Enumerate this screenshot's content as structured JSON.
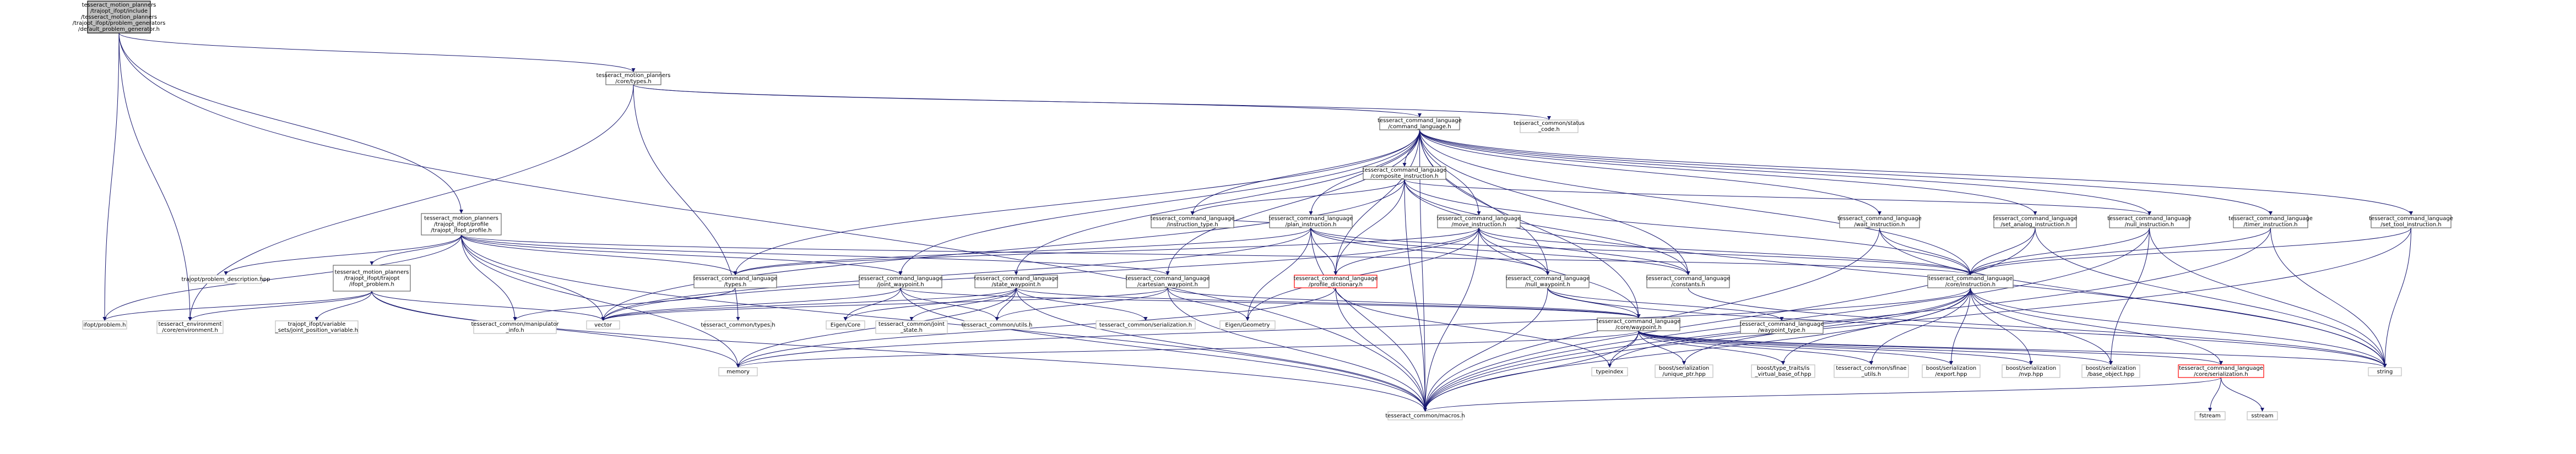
{
  "nodes": [
    {
      "id": "root",
      "kind": "root",
      "lines": [
        "tesseract_motion_planners",
        "/trajopt_ifopt/include",
        "/tesseract_motion_planners",
        "/trajopt_ifopt/problem_generators",
        "/default_problem_generator.h"
      ]
    },
    {
      "id": "core_types",
      "kind": "normal",
      "lines": [
        "tesseract_motion_planners",
        "/core/types.h"
      ]
    },
    {
      "id": "command_language",
      "kind": "normal",
      "lines": [
        "tesseract_command_language",
        "/command_language.h"
      ]
    },
    {
      "id": "status_code",
      "kind": "grey",
      "lines": [
        "tesseract_common/status",
        "_code.h"
      ]
    },
    {
      "id": "trajopt_ifopt_profile",
      "kind": "normal",
      "lines": [
        "tesseract_motion_planners",
        "/trajopt_ifopt/profile",
        "/trajopt_ifopt_profile.h"
      ]
    },
    {
      "id": "composite_instruction",
      "kind": "normal",
      "lines": [
        "tesseract_command_language",
        "/composite_instruction.h"
      ]
    },
    {
      "id": "instruction_type",
      "kind": "normal",
      "lines": [
        "tesseract_command_language",
        "/instruction_type.h"
      ]
    },
    {
      "id": "plan_instruction",
      "kind": "normal",
      "lines": [
        "tesseract_command_language",
        "/plan_instruction.h"
      ]
    },
    {
      "id": "move_instruction",
      "kind": "normal",
      "lines": [
        "tesseract_command_language",
        "/move_instruction.h"
      ]
    },
    {
      "id": "wait_instruction",
      "kind": "normal",
      "lines": [
        "tesseract_command_language",
        "/wait_instruction.h"
      ]
    },
    {
      "id": "set_analog_instruction",
      "kind": "normal",
      "lines": [
        "tesseract_command_language",
        "/set_analog_instruction.h"
      ]
    },
    {
      "id": "null_instruction",
      "kind": "normal",
      "lines": [
        "tesseract_command_language",
        "/null_instruction.h"
      ]
    },
    {
      "id": "timer_instruction",
      "kind": "normal",
      "lines": [
        "tesseract_command_language",
        "/timer_instruction.h"
      ]
    },
    {
      "id": "set_tool_instruction",
      "kind": "normal",
      "lines": [
        "tesseract_command_language",
        "/set_tool_instruction.h"
      ]
    },
    {
      "id": "problem_description",
      "kind": "grey",
      "lines": [
        "trajopt/problem_description.hpp"
      ]
    },
    {
      "id": "trajopt_ifopt_problem",
      "kind": "normal",
      "lines": [
        "tesseract_motion_planners",
        "/trajopt_ifopt/trajopt",
        "/ifopt_problem.h"
      ]
    },
    {
      "id": "types",
      "kind": "normal",
      "lines": [
        "tesseract_command_language",
        "/types.h"
      ]
    },
    {
      "id": "joint_waypoint",
      "kind": "normal",
      "lines": [
        "tesseract_command_language",
        "/joint_waypoint.h"
      ]
    },
    {
      "id": "state_waypoint",
      "kind": "normal",
      "lines": [
        "tesseract_command_language",
        "/state_waypoint.h"
      ]
    },
    {
      "id": "cartesian_waypoint",
      "kind": "normal",
      "lines": [
        "tesseract_command_language",
        "/cartesian_waypoint.h"
      ]
    },
    {
      "id": "profile_dictionary",
      "kind": "red",
      "lines": [
        "tesseract_command_language",
        "/profile_dictionary.h"
      ]
    },
    {
      "id": "null_waypoint",
      "kind": "normal",
      "lines": [
        "tesseract_command_language",
        "/null_waypoint.h"
      ]
    },
    {
      "id": "constants",
      "kind": "normal",
      "lines": [
        "tesseract_command_language",
        "/constants.h"
      ]
    },
    {
      "id": "core_instruction",
      "kind": "normal",
      "lines": [
        "tesseract_command_language",
        "/core/instruction.h"
      ]
    },
    {
      "id": "ifopt_problem",
      "kind": "grey",
      "lines": [
        "ifopt/problem.h"
      ]
    },
    {
      "id": "environment",
      "kind": "grey",
      "lines": [
        "tesseract_environment",
        "/core/environment.h"
      ]
    },
    {
      "id": "joint_position_variable",
      "kind": "grey",
      "lines": [
        "trajopt_ifopt/variable",
        "_sets/joint_position_variable.h"
      ]
    },
    {
      "id": "manipulator_info",
      "kind": "grey",
      "lines": [
        "tesseract_common/manipulator",
        "_info.h"
      ]
    },
    {
      "id": "vector",
      "kind": "grey",
      "lines": [
        "vector"
      ]
    },
    {
      "id": "common_types",
      "kind": "grey",
      "lines": [
        "tesseract_common/types.h"
      ]
    },
    {
      "id": "eigen_core",
      "kind": "grey",
      "lines": [
        "Eigen/Core"
      ]
    },
    {
      "id": "joint_state",
      "kind": "grey",
      "lines": [
        "tesseract_common/joint",
        "_state.h"
      ]
    },
    {
      "id": "utils",
      "kind": "grey",
      "lines": [
        "tesseract_common/utils.h"
      ]
    },
    {
      "id": "serialization",
      "kind": "grey",
      "lines": [
        "tesseract_common/serialization.h"
      ]
    },
    {
      "id": "eigen_geometry",
      "kind": "grey",
      "lines": [
        "Eigen/Geometry"
      ]
    },
    {
      "id": "core_waypoint",
      "kind": "normal",
      "lines": [
        "tesseract_command_language",
        "/core/waypoint.h"
      ]
    },
    {
      "id": "waypoint_type",
      "kind": "normal",
      "lines": [
        "tesseract_command_language",
        "/waypoint_type.h"
      ]
    },
    {
      "id": "memory",
      "kind": "grey",
      "lines": [
        "memory"
      ]
    },
    {
      "id": "typeindex",
      "kind": "grey",
      "lines": [
        "typeindex"
      ]
    },
    {
      "id": "unique_ptr",
      "kind": "grey",
      "lines": [
        "boost/serialization",
        "/unique_ptr.hpp"
      ]
    },
    {
      "id": "is_virtual_base_of",
      "kind": "grey",
      "lines": [
        "boost/type_traits/is",
        "_virtual_base_of.hpp"
      ]
    },
    {
      "id": "sfinae_utils",
      "kind": "grey",
      "lines": [
        "tesseract_common/sfinae",
        "_utils.h"
      ]
    },
    {
      "id": "export_hpp",
      "kind": "grey",
      "lines": [
        "boost/serialization",
        "/export.hpp"
      ]
    },
    {
      "id": "nvp_hpp",
      "kind": "grey",
      "lines": [
        "boost/serialization",
        "/nvp.hpp"
      ]
    },
    {
      "id": "base_object",
      "kind": "grey",
      "lines": [
        "boost/serialization",
        "/base_object.hpp"
      ]
    },
    {
      "id": "core_serialization",
      "kind": "red",
      "lines": [
        "tesseract_command_language",
        "/core/serialization.h"
      ]
    },
    {
      "id": "string",
      "kind": "grey",
      "lines": [
        "string"
      ]
    },
    {
      "id": "macros",
      "kind": "grey",
      "lines": [
        "tesseract_common/macros.h"
      ]
    },
    {
      "id": "fstream",
      "kind": "grey",
      "lines": [
        "fstream"
      ]
    },
    {
      "id": "sstream",
      "kind": "grey",
      "lines": [
        "sstream"
      ]
    }
  ],
  "edges": [
    [
      "root",
      "core_types"
    ],
    [
      "root",
      "trajopt_ifopt_profile"
    ],
    [
      "root",
      "ifopt_problem"
    ],
    [
      "root",
      "environment"
    ],
    [
      "root",
      "macros"
    ],
    [
      "core_types",
      "command_language"
    ],
    [
      "core_types",
      "status_code"
    ],
    [
      "core_types",
      "common_types"
    ],
    [
      "core_types",
      "environment"
    ],
    [
      "trajopt_ifopt_profile",
      "types"
    ],
    [
      "trajopt_ifopt_profile",
      "trajopt_ifopt_problem"
    ],
    [
      "trajopt_ifopt_profile",
      "problem_description"
    ],
    [
      "trajopt_ifopt_profile",
      "joint_waypoint"
    ],
    [
      "trajopt_ifopt_profile",
      "cartesian_waypoint"
    ],
    [
      "trajopt_ifopt_profile",
      "core_instruction"
    ],
    [
      "trajopt_ifopt_profile",
      "ifopt_problem"
    ],
    [
      "trajopt_ifopt_profile",
      "manipulator_info"
    ],
    [
      "trajopt_ifopt_profile",
      "vector"
    ],
    [
      "trajopt_ifopt_profile",
      "memory"
    ],
    [
      "trajopt_ifopt_profile",
      "macros"
    ],
    [
      "trajopt_ifopt_problem",
      "ifopt_problem"
    ],
    [
      "trajopt_ifopt_problem",
      "environment"
    ],
    [
      "trajopt_ifopt_problem",
      "joint_position_variable"
    ],
    [
      "trajopt_ifopt_problem",
      "vector"
    ],
    [
      "trajopt_ifopt_problem",
      "memory"
    ],
    [
      "trajopt_ifopt_problem",
      "macros"
    ],
    [
      "command_language",
      "composite_instruction"
    ],
    [
      "command_language",
      "instruction_type"
    ],
    [
      "command_language",
      "plan_instruction"
    ],
    [
      "command_language",
      "move_instruction"
    ],
    [
      "command_language",
      "wait_instruction"
    ],
    [
      "command_language",
      "set_analog_instruction"
    ],
    [
      "command_language",
      "null_instruction"
    ],
    [
      "command_language",
      "timer_instruction"
    ],
    [
      "command_language",
      "set_tool_instruction"
    ],
    [
      "command_language",
      "types"
    ],
    [
      "command_language",
      "joint_waypoint"
    ],
    [
      "command_language",
      "state_waypoint"
    ],
    [
      "command_language",
      "cartesian_waypoint"
    ],
    [
      "command_language",
      "null_waypoint"
    ],
    [
      "command_language",
      "constants"
    ],
    [
      "command_language",
      "core_instruction"
    ],
    [
      "command_language",
      "core_waypoint"
    ],
    [
      "command_language",
      "profile_dictionary"
    ],
    [
      "command_language",
      "macros"
    ],
    [
      "composite_instruction",
      "instruction_type"
    ],
    [
      "composite_instruction",
      "null_instruction"
    ],
    [
      "composite_instruction",
      "core_instruction"
    ],
    [
      "composite_instruction",
      "profile_dictionary"
    ],
    [
      "composite_instruction",
      "constants"
    ],
    [
      "composite_instruction",
      "vector"
    ],
    [
      "composite_instruction",
      "string"
    ],
    [
      "composite_instruction",
      "macros"
    ],
    [
      "plan_instruction",
      "instruction_type"
    ],
    [
      "plan_instruction",
      "types"
    ],
    [
      "plan_instruction",
      "profile_dictionary"
    ],
    [
      "plan_instruction",
      "null_waypoint"
    ],
    [
      "plan_instruction",
      "constants"
    ],
    [
      "plan_instruction",
      "core_instruction"
    ],
    [
      "plan_instruction",
      "eigen_geometry"
    ],
    [
      "plan_instruction",
      "vector"
    ],
    [
      "plan_instruction",
      "macros"
    ],
    [
      "move_instruction",
      "types"
    ],
    [
      "move_instruction",
      "profile_dictionary"
    ],
    [
      "move_instruction",
      "null_waypoint"
    ],
    [
      "move_instruction",
      "constants"
    ],
    [
      "move_instruction",
      "core_instruction"
    ],
    [
      "move_instruction",
      "core_waypoint"
    ],
    [
      "move_instruction",
      "eigen_geometry"
    ],
    [
      "move_instruction",
      "vector"
    ],
    [
      "move_instruction",
      "macros"
    ],
    [
      "wait_instruction",
      "core_instruction"
    ],
    [
      "wait_instruction",
      "string"
    ],
    [
      "wait_instruction",
      "macros"
    ],
    [
      "set_analog_instruction",
      "core_instruction"
    ],
    [
      "set_analog_instruction",
      "string"
    ],
    [
      "set_analog_instruction",
      "macros"
    ],
    [
      "null_instruction",
      "core_instruction"
    ],
    [
      "null_instruction",
      "base_object"
    ],
    [
      "null_instruction",
      "string"
    ],
    [
      "null_instruction",
      "macros"
    ],
    [
      "timer_instruction",
      "core_instruction"
    ],
    [
      "timer_instruction",
      "string"
    ],
    [
      "timer_instruction",
      "macros"
    ],
    [
      "set_tool_instruction",
      "core_instruction"
    ],
    [
      "set_tool_instruction",
      "string"
    ],
    [
      "set_tool_instruction",
      "macros"
    ],
    [
      "types",
      "manipulator_info"
    ],
    [
      "joint_waypoint",
      "vector"
    ],
    [
      "joint_waypoint",
      "eigen_core"
    ],
    [
      "joint_waypoint",
      "core_waypoint"
    ],
    [
      "joint_waypoint",
      "utils"
    ],
    [
      "joint_waypoint",
      "macros"
    ],
    [
      "state_waypoint",
      "vector"
    ],
    [
      "state_waypoint",
      "eigen_core"
    ],
    [
      "state_waypoint",
      "joint_state"
    ],
    [
      "state_waypoint",
      "utils"
    ],
    [
      "state_waypoint",
      "serialization"
    ],
    [
      "state_waypoint",
      "memory"
    ],
    [
      "state_waypoint",
      "core_waypoint"
    ],
    [
      "state_waypoint",
      "macros"
    ],
    [
      "cartesian_waypoint",
      "eigen_geometry"
    ],
    [
      "cartesian_waypoint",
      "core_waypoint"
    ],
    [
      "cartesian_waypoint",
      "utils"
    ],
    [
      "cartesian_waypoint",
      "vector"
    ],
    [
      "cartesian_waypoint",
      "macros"
    ],
    [
      "profile_dictionary",
      "memory"
    ],
    [
      "profile_dictionary",
      "typeindex"
    ],
    [
      "profile_dictionary",
      "macros"
    ],
    [
      "null_waypoint",
      "core_waypoint"
    ],
    [
      "null_waypoint",
      "waypoint_type"
    ],
    [
      "null_waypoint",
      "string"
    ],
    [
      "null_waypoint",
      "macros"
    ],
    [
      "constants",
      "string"
    ],
    [
      "core_instruction",
      "memory"
    ],
    [
      "core_instruction",
      "typeindex"
    ],
    [
      "core_instruction",
      "unique_ptr"
    ],
    [
      "core_instruction",
      "is_virtual_base_of"
    ],
    [
      "core_instruction",
      "sfinae_utils"
    ],
    [
      "core_instruction",
      "export_hpp"
    ],
    [
      "core_instruction",
      "nvp_hpp"
    ],
    [
      "core_instruction",
      "base_object"
    ],
    [
      "core_instruction",
      "core_serialization"
    ],
    [
      "core_instruction",
      "string"
    ],
    [
      "core_instruction",
      "macros"
    ],
    [
      "core_waypoint",
      "memory"
    ],
    [
      "core_waypoint",
      "typeindex"
    ],
    [
      "core_waypoint",
      "unique_ptr"
    ],
    [
      "core_waypoint",
      "is_virtual_base_of"
    ],
    [
      "core_waypoint",
      "sfinae_utils"
    ],
    [
      "core_waypoint",
      "export_hpp"
    ],
    [
      "core_waypoint",
      "nvp_hpp"
    ],
    [
      "core_waypoint",
      "base_object"
    ],
    [
      "core_waypoint",
      "core_serialization"
    ],
    [
      "core_waypoint",
      "string"
    ],
    [
      "core_waypoint",
      "macros"
    ],
    [
      "core_serialization",
      "fstream"
    ],
    [
      "core_serialization",
      "sstream"
    ],
    [
      "core_serialization",
      "macros"
    ]
  ]
}
